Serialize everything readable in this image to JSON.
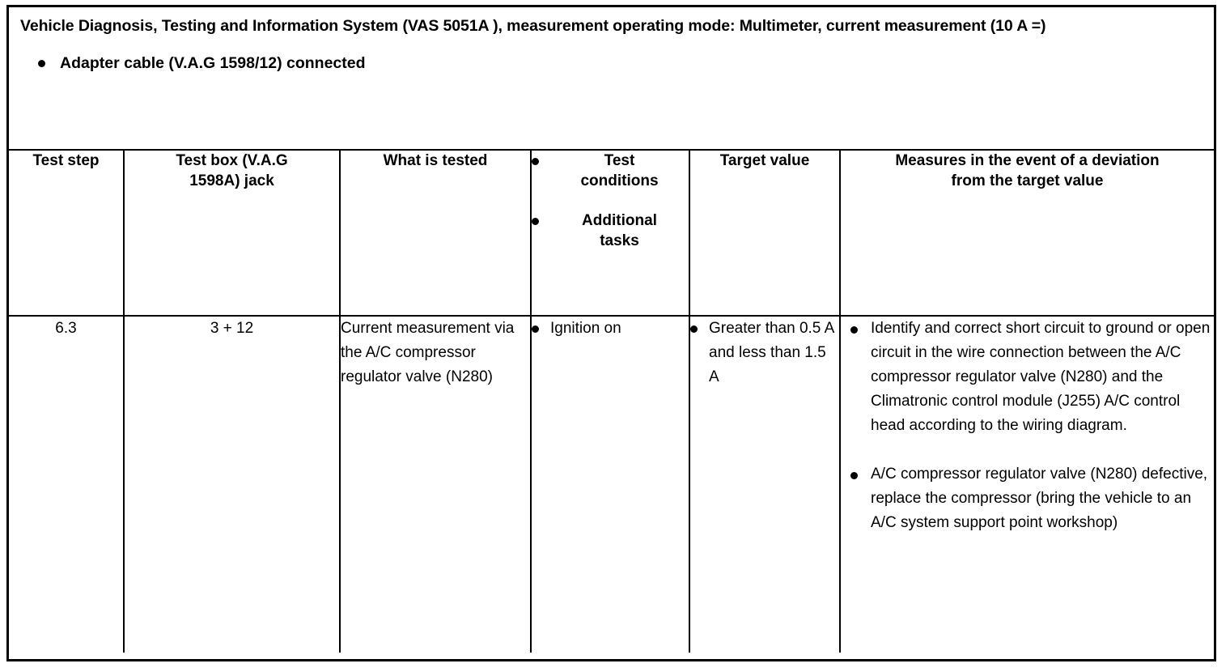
{
  "document": {
    "title_line": "Vehicle Diagnosis, Testing and Information System (VAS 5051A ), measurement operating mode: Multimeter, current measurement (10 A =)",
    "prerequisites": [
      "Adapter cable (V.A.G 1598/12) connected"
    ]
  },
  "table": {
    "columns": [
      {
        "key": "test_step",
        "header": "Test step"
      },
      {
        "key": "test_box_jack",
        "header": "Test box (V.A.G\n1598A) jack"
      },
      {
        "key": "what_is_tested",
        "header": "What is tested"
      },
      {
        "key": "test_conditions",
        "header_bullets": [
          "Test\nconditions",
          "Additional\ntasks"
        ]
      },
      {
        "key": "target_value",
        "header": "Target value"
      },
      {
        "key": "measures",
        "header": "Measures in the event of a deviation\nfrom the target value"
      }
    ],
    "rows": [
      {
        "test_step": "6.3",
        "test_box_jack": "3 + 12",
        "what_is_tested": "Current measurement via the A/C compressor regulator valve (N280)",
        "test_conditions": [
          "Ignition on"
        ],
        "target_value": [
          "Greater than 0.5 A and less than 1.5 A"
        ],
        "measures": [
          "Identify and correct short circuit to ground or open circuit in the wire connection between the A/C compressor regulator valve (N280) and the Climatronic control module (J255) A/C control head according to the wiring diagram.",
          "A/C compressor regulator valve (N280) defective, replace the compressor (bring the vehicle to an A/C system support point workshop)"
        ]
      }
    ]
  },
  "colors": {
    "border": "#000000",
    "text": "#000000",
    "background": "#ffffff"
  }
}
